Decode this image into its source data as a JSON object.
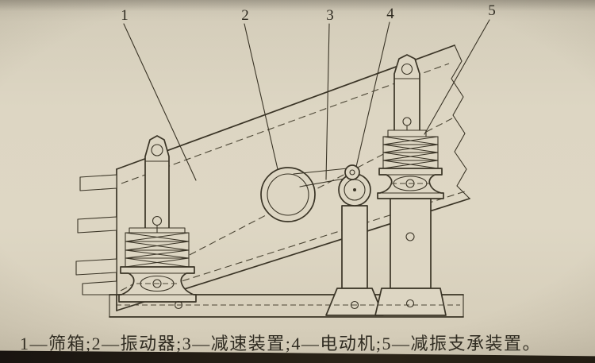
{
  "page": {
    "background_color": "#ddd6c3",
    "ink_color": "#3a3426"
  },
  "figure": {
    "callouts": [
      {
        "num": "1",
        "label": "筛箱"
      },
      {
        "num": "2",
        "label": "振动器"
      },
      {
        "num": "3",
        "label": "减速装置"
      },
      {
        "num": "4",
        "label": "电动机"
      },
      {
        "num": "5",
        "label": "减振支承装置"
      }
    ],
    "caption": "1—筛箱;2—振动器;3—减速装置;4—电动机;5—减振支承装置。"
  }
}
